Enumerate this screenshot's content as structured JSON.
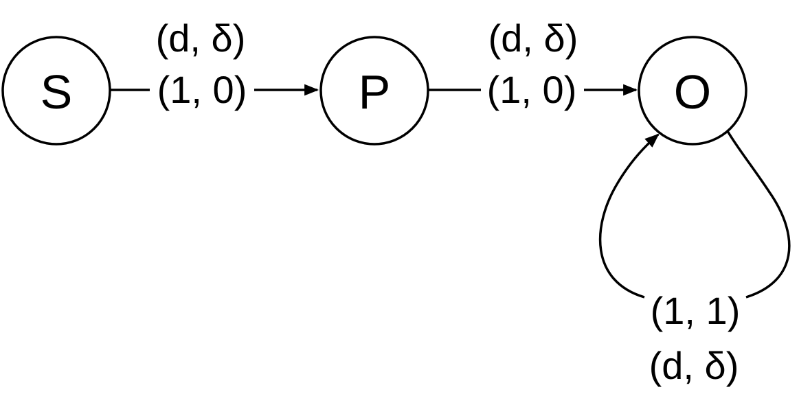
{
  "nodes": {
    "s": {
      "label": "S"
    },
    "p": {
      "label": "P"
    },
    "o": {
      "label": "O"
    }
  },
  "edges": {
    "s_to_p": {
      "top_label": "(d, δ)",
      "label": "(1, 0)"
    },
    "p_to_o": {
      "top_label": "(d, δ)",
      "label": "(1, 0)"
    },
    "o_loop": {
      "label": "(1, 1)",
      "bottom_label": "(d, δ)"
    }
  },
  "colors": {
    "stroke": "#000000",
    "background": "#ffffff"
  }
}
